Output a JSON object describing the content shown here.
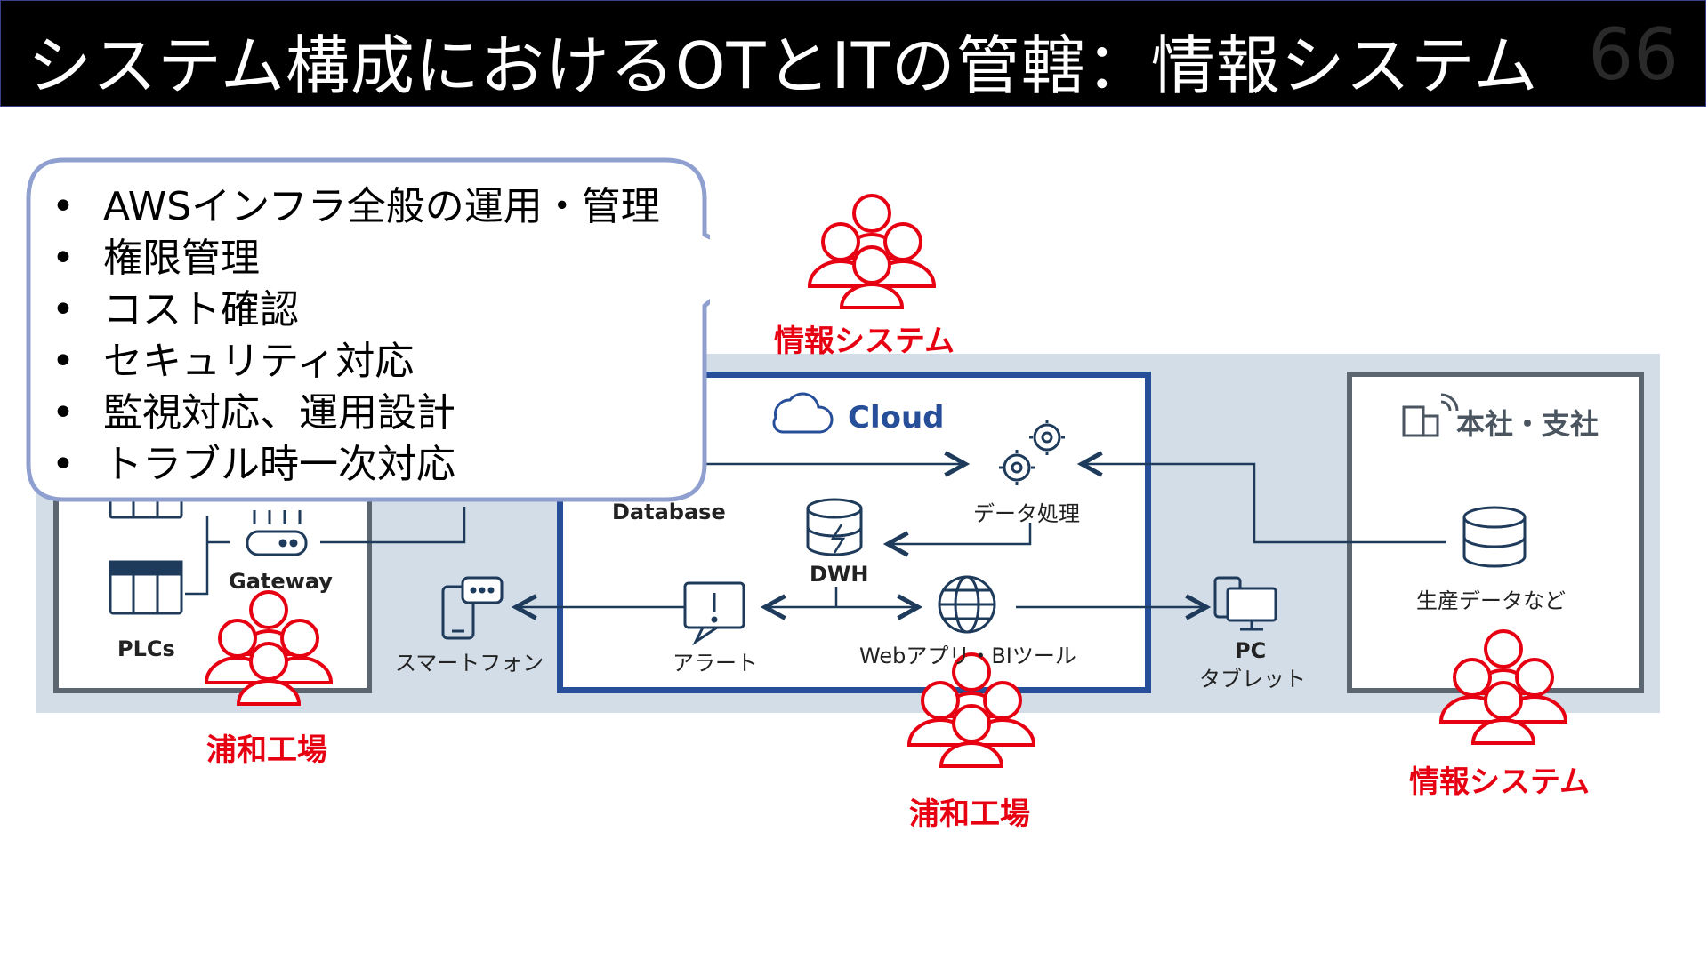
{
  "slide": {
    "title": "システム構成におけるOTとITの管轄：情報システム",
    "page_number": "66"
  },
  "bubble": {
    "items": [
      "AWSインフラ全般の運用・管理",
      "権限管理",
      "コスト確認",
      "セキュリティ対応",
      "監視対応、運用設計",
      "トラブル時一次対応"
    ]
  },
  "groups": {
    "info_sys_top": "情報システム",
    "urawa_left": "浦和工場",
    "urawa_center": "浦和工場",
    "info_sys_right": "情報システム"
  },
  "factory": {
    "gateway": "Gateway",
    "plcs": "PLCs"
  },
  "cloud": {
    "title": "Cloud",
    "database": "Database",
    "data_processing": "データ処理",
    "dwh": "DWH",
    "alert": "アラート",
    "webapp": "Webアプリ・BIツール"
  },
  "outside": {
    "smartphone": "スマートフォン",
    "pc_line1": "PC",
    "pc_line2": "タブレット"
  },
  "office": {
    "title": "本社・支社",
    "production_data": "生産データなど"
  },
  "colors": {
    "red": "#e60012",
    "navy": "#274f99",
    "diagram_bg": "#d3dde7",
    "icon_dark": "#1f3b5c",
    "bubble_border": "#8fa0d0"
  }
}
